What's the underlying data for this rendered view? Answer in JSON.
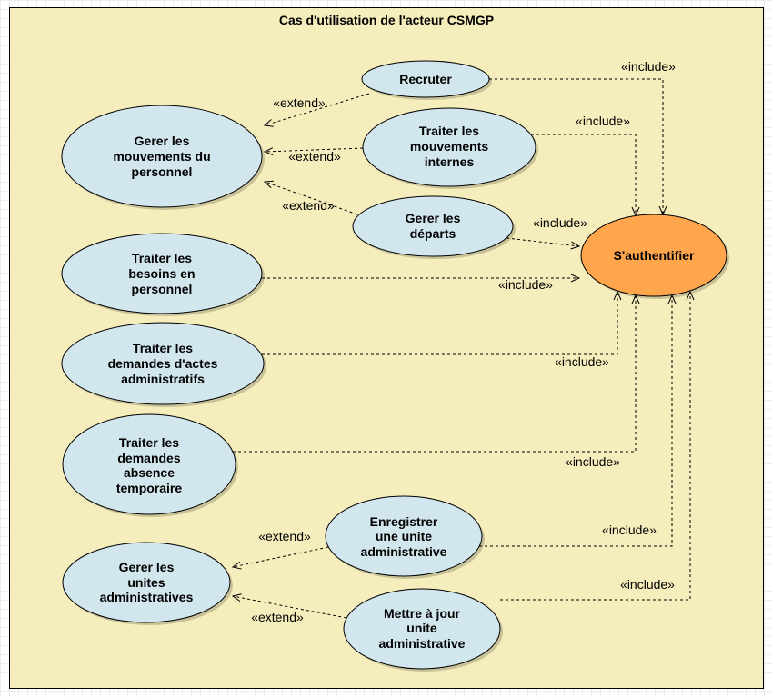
{
  "title": "Cas d'utilisation de l'acteur CSMGP",
  "colors": {
    "boundary_fill": "#f5edbb",
    "use_case_fill": "#d2e6ee",
    "auth_fill": "#ffa64d"
  },
  "use_cases": [
    {
      "lines": [
        "Recruter"
      ]
    },
    {
      "lines": [
        "Traiter les",
        "mouvements",
        "internes"
      ]
    },
    {
      "lines": [
        "Gerer les",
        "mouvements du",
        "personnel"
      ]
    },
    {
      "lines": [
        "Gerer les",
        "départs"
      ]
    },
    {
      "lines": [
        "S'authentifier"
      ]
    },
    {
      "lines": [
        "Traiter les",
        "besoins en",
        "personnel"
      ]
    },
    {
      "lines": [
        "Traiter les",
        "demandes d'actes",
        "administratifs"
      ]
    },
    {
      "lines": [
        "Traiter les",
        "demandes",
        "absence",
        "temporaire"
      ]
    },
    {
      "lines": [
        "Enregistrer",
        "une unite",
        "administrative"
      ]
    },
    {
      "lines": [
        "Gerer les",
        "unites",
        "administratives"
      ]
    },
    {
      "lines": [
        "Mettre à jour",
        "unite",
        "administrative"
      ]
    }
  ],
  "relationships": [
    {
      "label": "«include»"
    },
    {
      "label": "«include»"
    },
    {
      "label": "«include»"
    },
    {
      "label": "«include»"
    },
    {
      "label": "«include»"
    },
    {
      "label": "«include»"
    },
    {
      "label": "«include»"
    },
    {
      "label": "«include»"
    },
    {
      "label": "«extend»"
    },
    {
      "label": "«extend»"
    },
    {
      "label": "«extend»"
    },
    {
      "label": "«extend»"
    },
    {
      "label": "«extend»"
    }
  ]
}
